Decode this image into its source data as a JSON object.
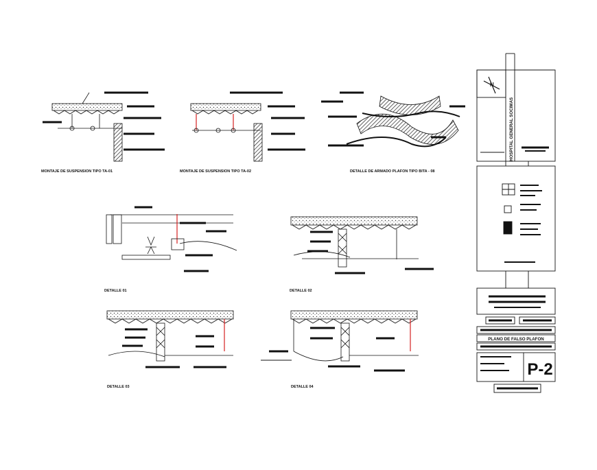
{
  "captions": {
    "ta01": "MONTAJE DE SUSPENSION TIPO TA-01",
    "ta02": "MONTAJE DE SUSPENSION TIPO TA-02",
    "armado": "DETALLE DE ARMADO PLAFON TIPO BITA - 08",
    "d01": "DETALLE 01",
    "d02": "DETALLE 02",
    "d03": "DETALLE 03",
    "d04": "DETALLE 04"
  },
  "title_block": {
    "project": "HOSPITAL GENERAL SOCIMAS",
    "north": "N",
    "plan_name": "PLANO DE FALSO PLAFON",
    "sheet_number": "P-2"
  },
  "colors": {
    "line": "#111111",
    "hanger_red": "#d42020",
    "hatch": "#333333"
  }
}
